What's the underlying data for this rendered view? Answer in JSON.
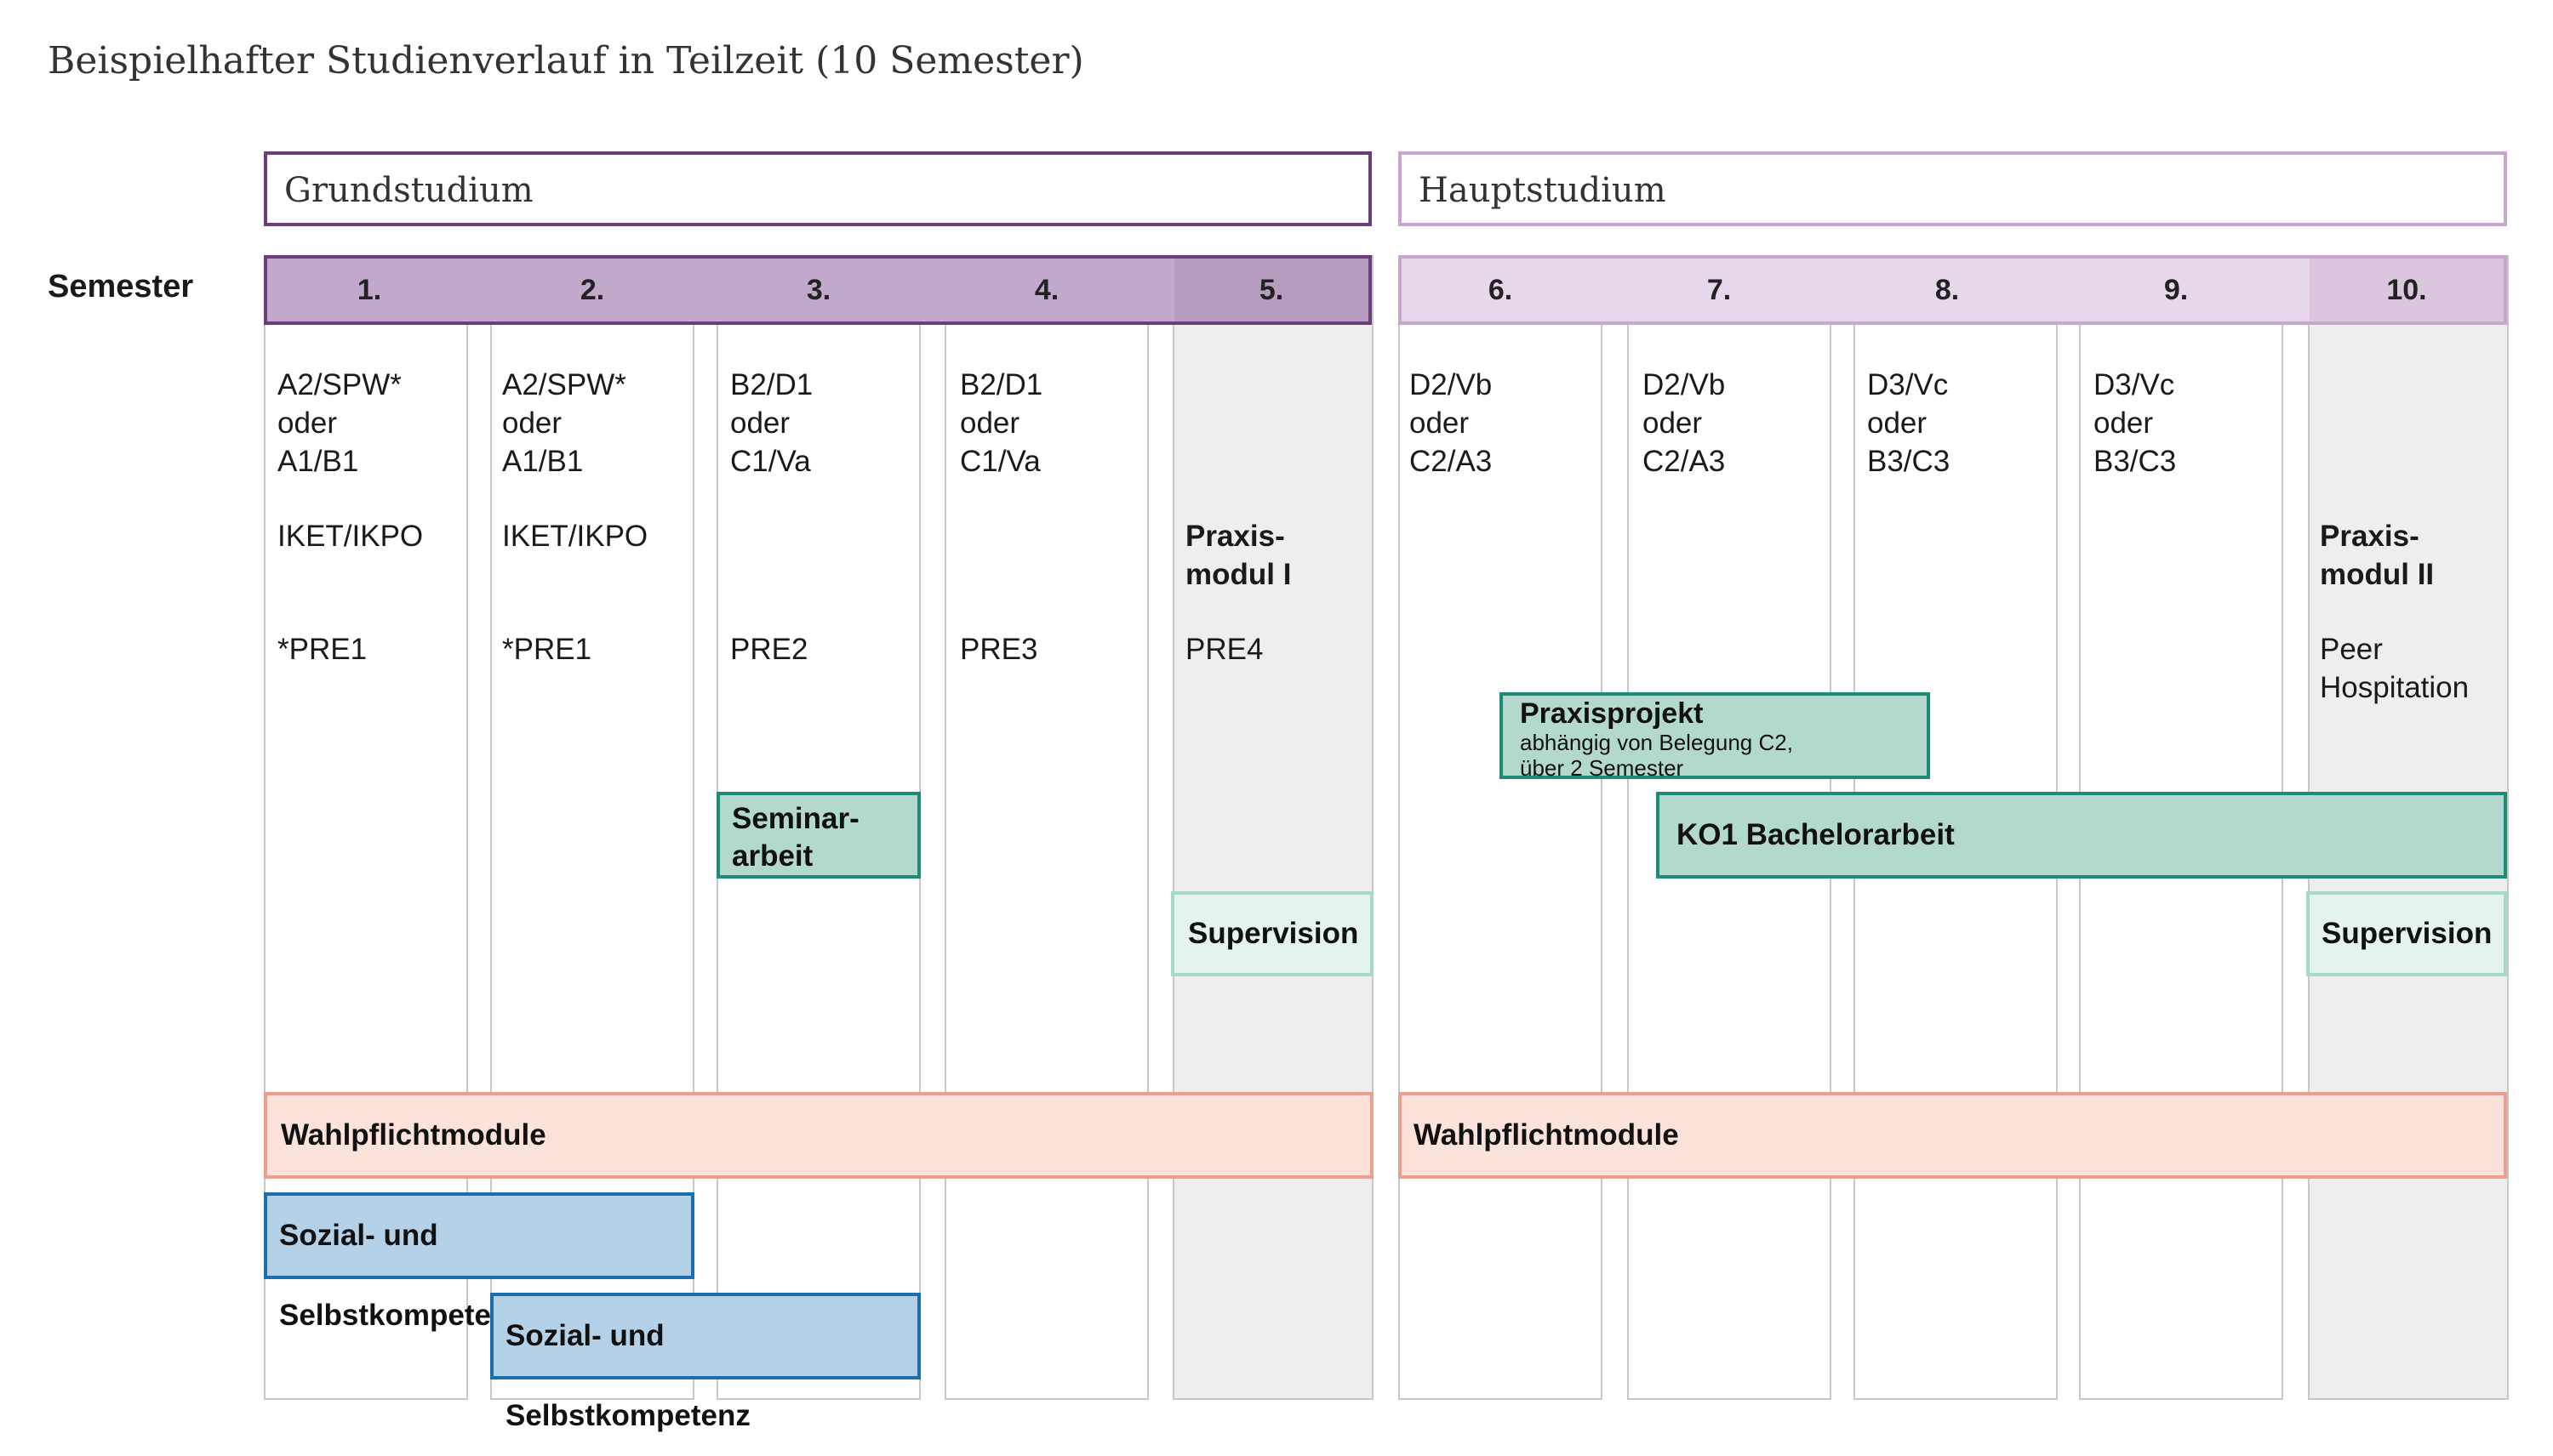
{
  "title": "Beispielhafter Studienverlauf in Teilzeit (10 Semester)",
  "phases": {
    "grund": "Grundstudium",
    "haupt": "Hauptstudium"
  },
  "semester_label": "Semester",
  "semesters": [
    "1.",
    "2.",
    "3.",
    "4.",
    "5.",
    "6.",
    "7.",
    "8.",
    "9.",
    "10."
  ],
  "modules": {
    "s1_a": "A2/SPW*\noder\nA1/B1",
    "s1_b": "IKET/IKPO",
    "s1_c": "*PRE1",
    "s2_a": "A2/SPW*\noder\nA1/B1",
    "s2_b": "IKET/IKPO",
    "s2_c": "*PRE1",
    "s3_a": "B2/D1\noder\nC1/Va",
    "s3_c": "PRE2",
    "s4_a": "B2/D1\noder\nC1/Va",
    "s4_c": "PRE3",
    "s5_b": "Praxis-\nmodul I",
    "s5_c": "PRE4",
    "s6_a": "D2/Vb\noder\nC2/A3",
    "s7_a": "D2/Vb\noder\nC2/A3",
    "s8_a": "D3/Vc\noder\nB3/C3",
    "s9_a": "D3/Vc\noder\nB3/C3",
    "s10_b": "Praxis-\nmodul II",
    "s10_c": "Peer\nHospitation"
  },
  "boxes": {
    "praxisprojekt_title": "Praxisprojekt",
    "praxisprojekt_note": "abhängig von Belegung C2,\nüber 2 Semester",
    "seminararbeit": "Seminar-\narbeit",
    "bachelorarbeit": "KO1 Bachelorarbeit",
    "supervision_5": "Supervision",
    "supervision_10": "Supervision",
    "wahlpflicht_grund": "Wahlpflichtmodule",
    "wahlpflicht_haupt": "Wahlpflichtmodule",
    "sozial_1": "Sozial- und Selbstkompetenz",
    "sozial_2": "Sozial- und Selbstkompetenz"
  },
  "colors": {
    "grund_border": "#6b3d7c",
    "haupt_border": "#c9a6cf",
    "teal": "#1e8a78",
    "salmon": "#eba08f",
    "blue": "#1a6fae"
  }
}
